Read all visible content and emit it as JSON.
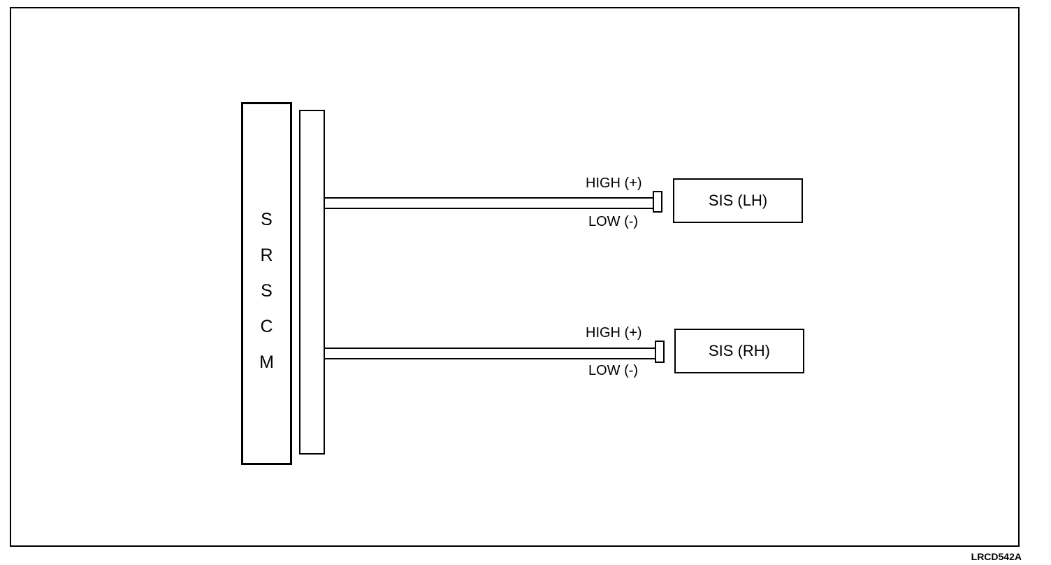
{
  "diagram": {
    "module": {
      "letters": [
        "S",
        "R",
        "S",
        "C",
        "M"
      ]
    },
    "sensors": [
      {
        "label": "SIS (LH)",
        "high": "HIGH (+)",
        "low": "LOW (-)"
      },
      {
        "label": "SIS (RH)",
        "high": "HIGH (+)",
        "low": "LOW (-)"
      }
    ],
    "figure_code": "LRCD542A"
  }
}
